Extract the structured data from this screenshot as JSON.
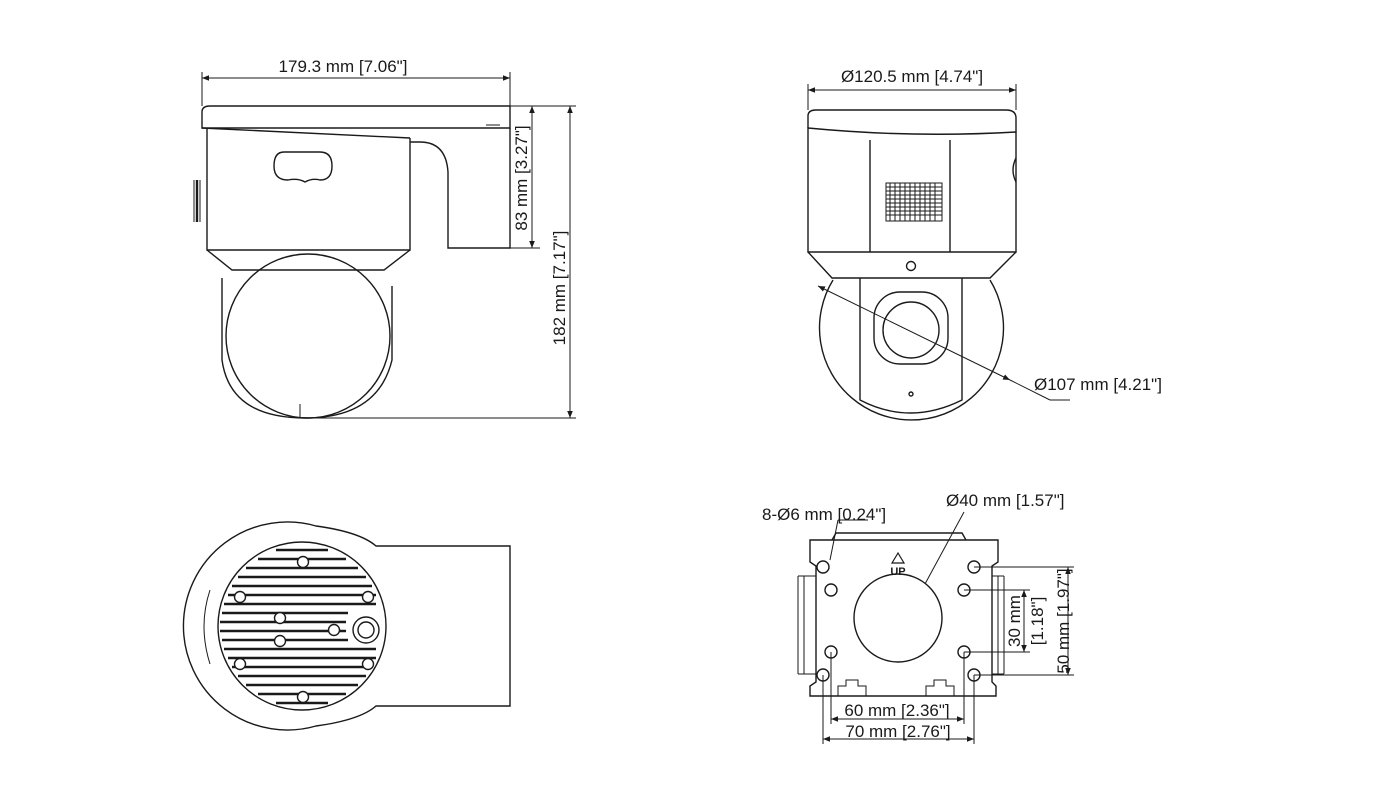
{
  "dimensions": {
    "side_width": "179.3 mm [7.06\"]",
    "side_upper_height": "83 mm [3.27\"]",
    "side_total_height": "182 mm [7.17\"]",
    "front_top_diameter": "Ø120.5 mm [4.74\"]",
    "front_dome_diameter": "Ø107 mm [4.21\"]",
    "bracket_holes": "8-Ø6 mm [0.24\"]",
    "bracket_center_hole": "Ø40 mm [1.57\"]",
    "bracket_v_inner_mm": "30 mm",
    "bracket_v_inner_in": "[1.18\"]",
    "bracket_v_outer": "50 mm [1.97\"]",
    "bracket_h_inner": "60 mm [2.36\"]",
    "bracket_h_outer": "70 mm [2.76\"]"
  },
  "bracket": {
    "up_marker": "UP"
  }
}
